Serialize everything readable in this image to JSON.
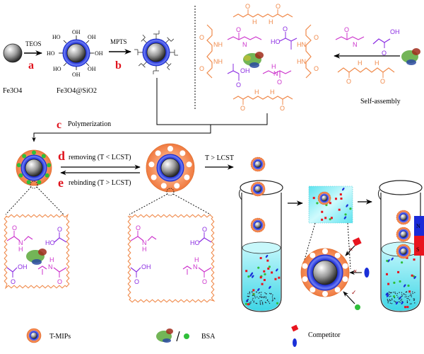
{
  "step1": {
    "fe3o4_label": "Fe3O4",
    "reagent_a": "TEOS",
    "step_a": "a",
    "core_shell_label": "Fe3O4@SiO2",
    "oh_label": "OH",
    "ho_label": "HO",
    "reagent_b": "MPTS",
    "step_b": "b"
  },
  "monomers": {
    "self_assembly_label": "Self-assembly",
    "nh": "NH",
    "hn": "HN",
    "h": "H",
    "n": "N",
    "o": "O",
    "oh": "OH",
    "ho": "HO"
  },
  "polymerization": {
    "step_c": "c",
    "label": "Polymerization"
  },
  "removal": {
    "step_d": "d",
    "removing_label": "removing  (T < LCST)",
    "step_e": "e",
    "rebinding_label": "rebinding  (T > LCST)",
    "t_gt_lcst": "T > LCST"
  },
  "magnet": {
    "north": "N",
    "south": "S"
  },
  "colors": {
    "step_letter": "#e0141e",
    "silica_shell": "#2a3cd6",
    "polymer_shell": "#f08a4b",
    "bsa_dot": "#2fbf3a",
    "competitor_red": "#e8141e",
    "competitor_blue": "#1a2fd8",
    "solution": "#5fe3ef",
    "magenta_monomer": "#cc33cc",
    "purple_monomer": "#8a2be2"
  },
  "legend": {
    "tmips_label": "T-MIPs",
    "bsa_label": "BSA",
    "competitor_label": "Competitor"
  }
}
